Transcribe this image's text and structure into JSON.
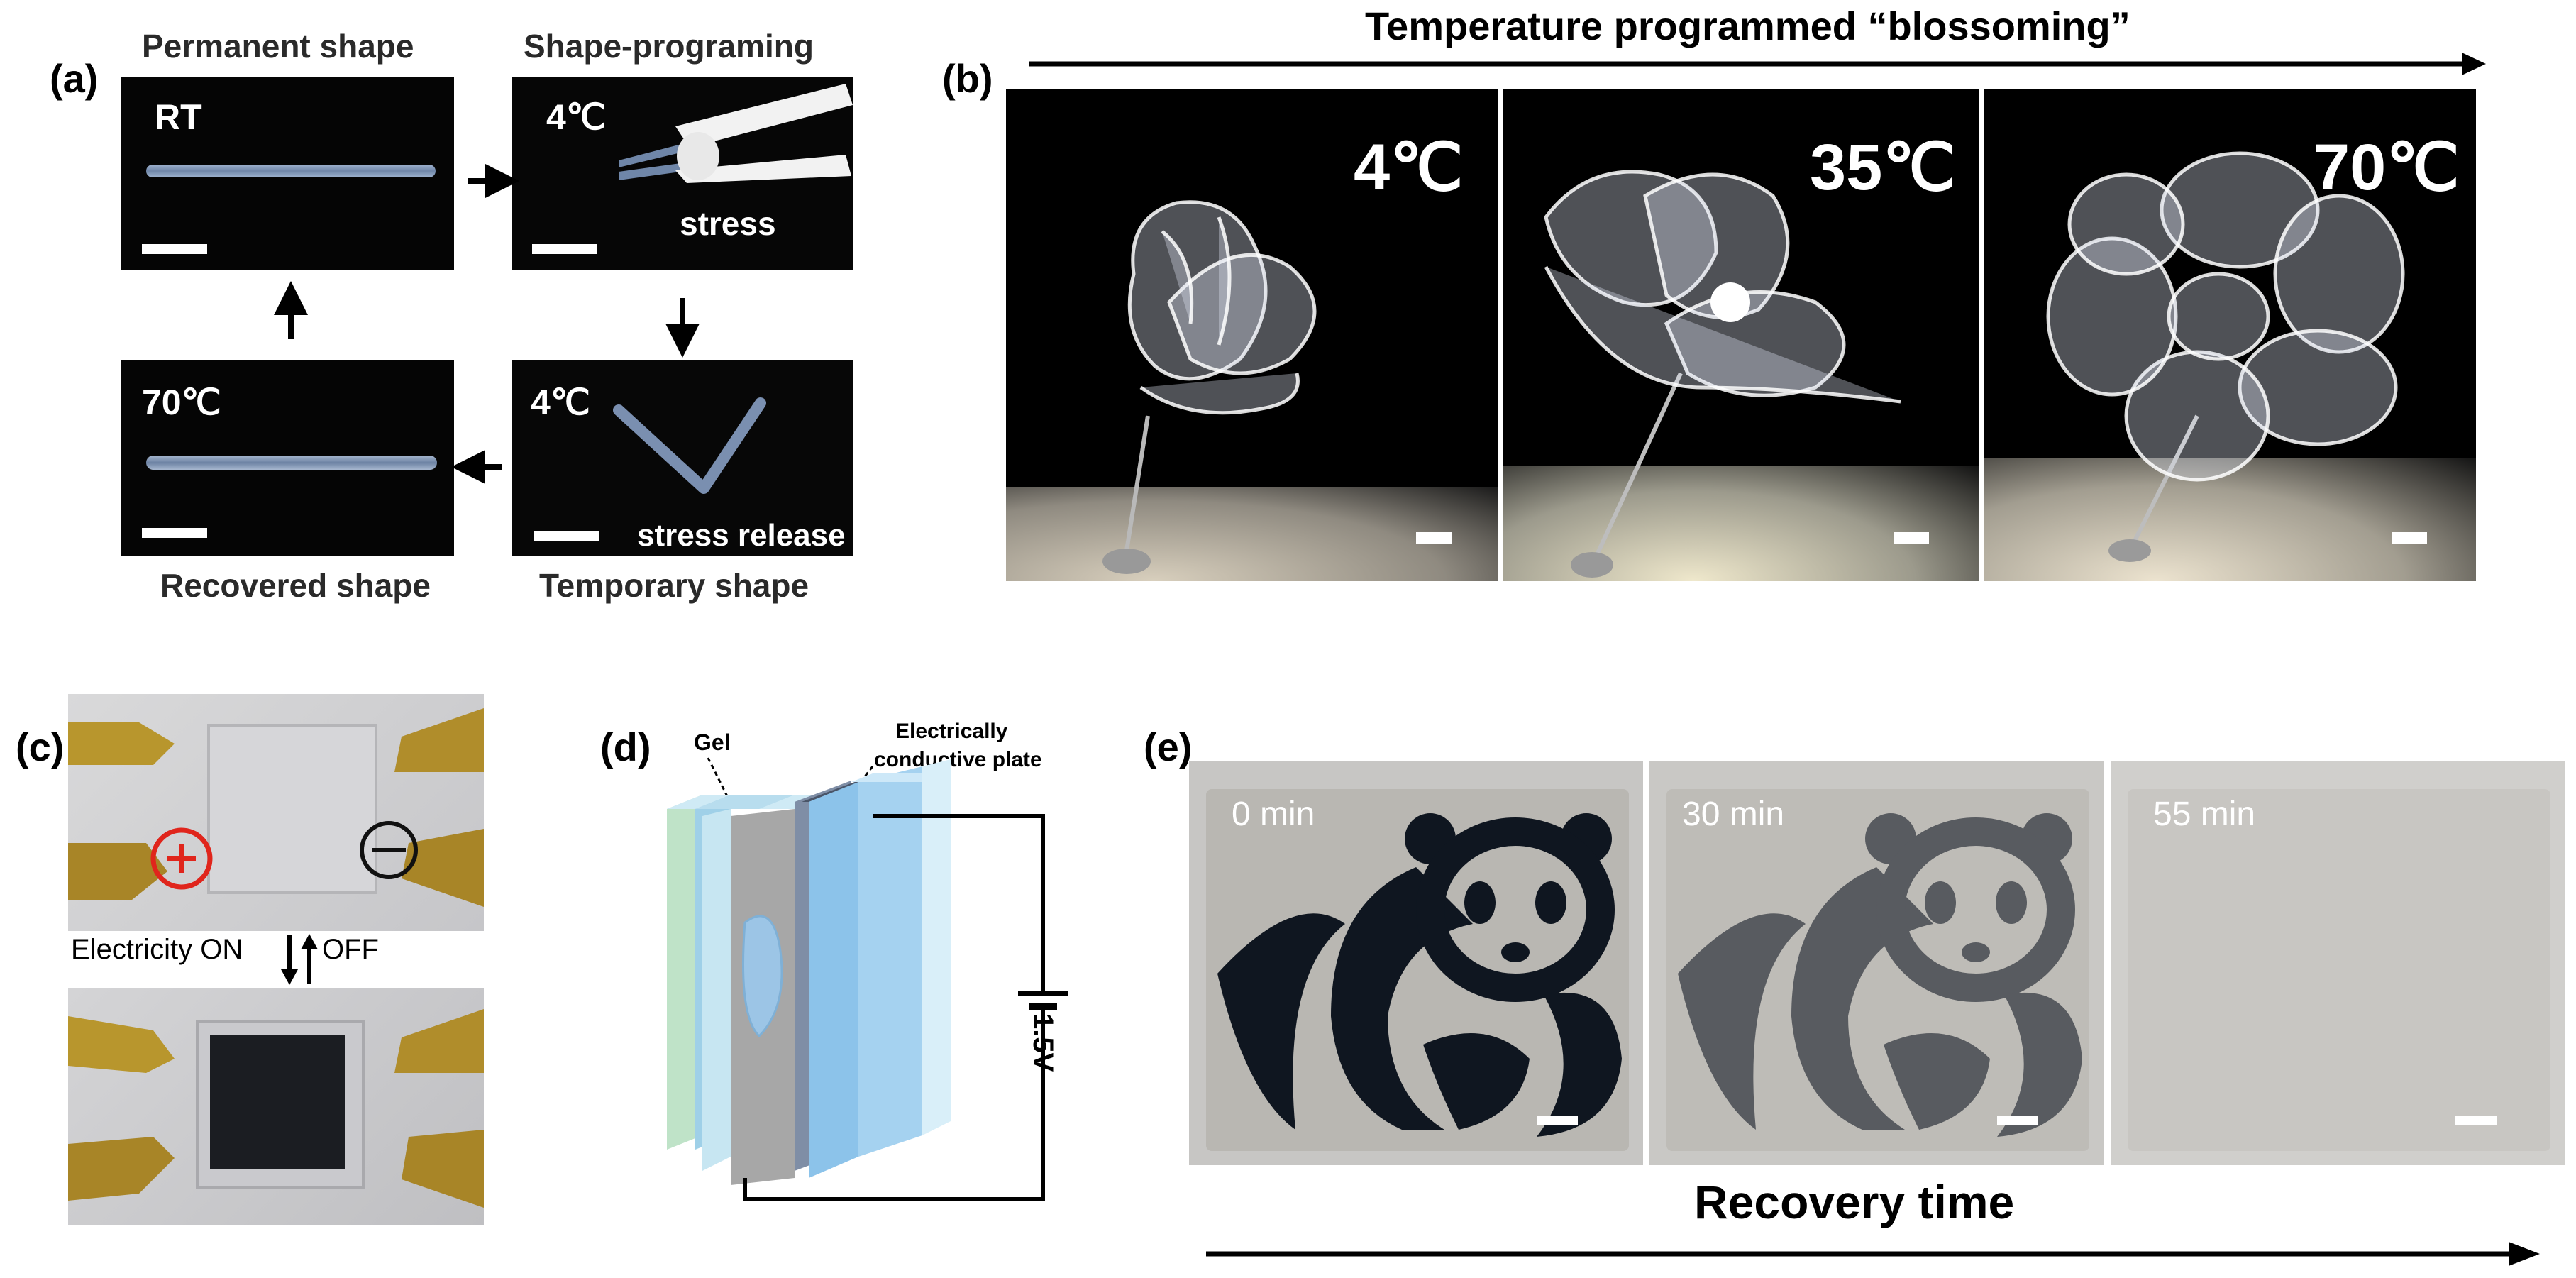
{
  "panel_a": {
    "tag": "(a)",
    "captions": {
      "permanent": "Permanent shape",
      "programming": "Shape-programing",
      "recovered": "Recovered shape",
      "temporary": "Temporary shape"
    },
    "photos": {
      "rt": "RT",
      "prog_temp": "4℃",
      "stress": "stress",
      "temp_temp": "4℃",
      "stress_release": "stress release",
      "recov_temp": "70℃"
    }
  },
  "panel_b": {
    "tag": "(b)",
    "title": "Temperature programmed “blossoming”",
    "temps": [
      "4℃",
      "35℃",
      "70℃"
    ]
  },
  "panel_c": {
    "tag": "(c)",
    "switch_on": "Electricity ON",
    "switch_off": "OFF"
  },
  "panel_d": {
    "tag": "(d)",
    "gel": "Gel",
    "plate_line1": "Electrically",
    "plate_line2": "conductive plate",
    "voltage": "1.5V"
  },
  "panel_e": {
    "tag": "(e)",
    "times": [
      "0 min",
      "30 min",
      "55 min"
    ],
    "axis_label": "Recovery time"
  }
}
